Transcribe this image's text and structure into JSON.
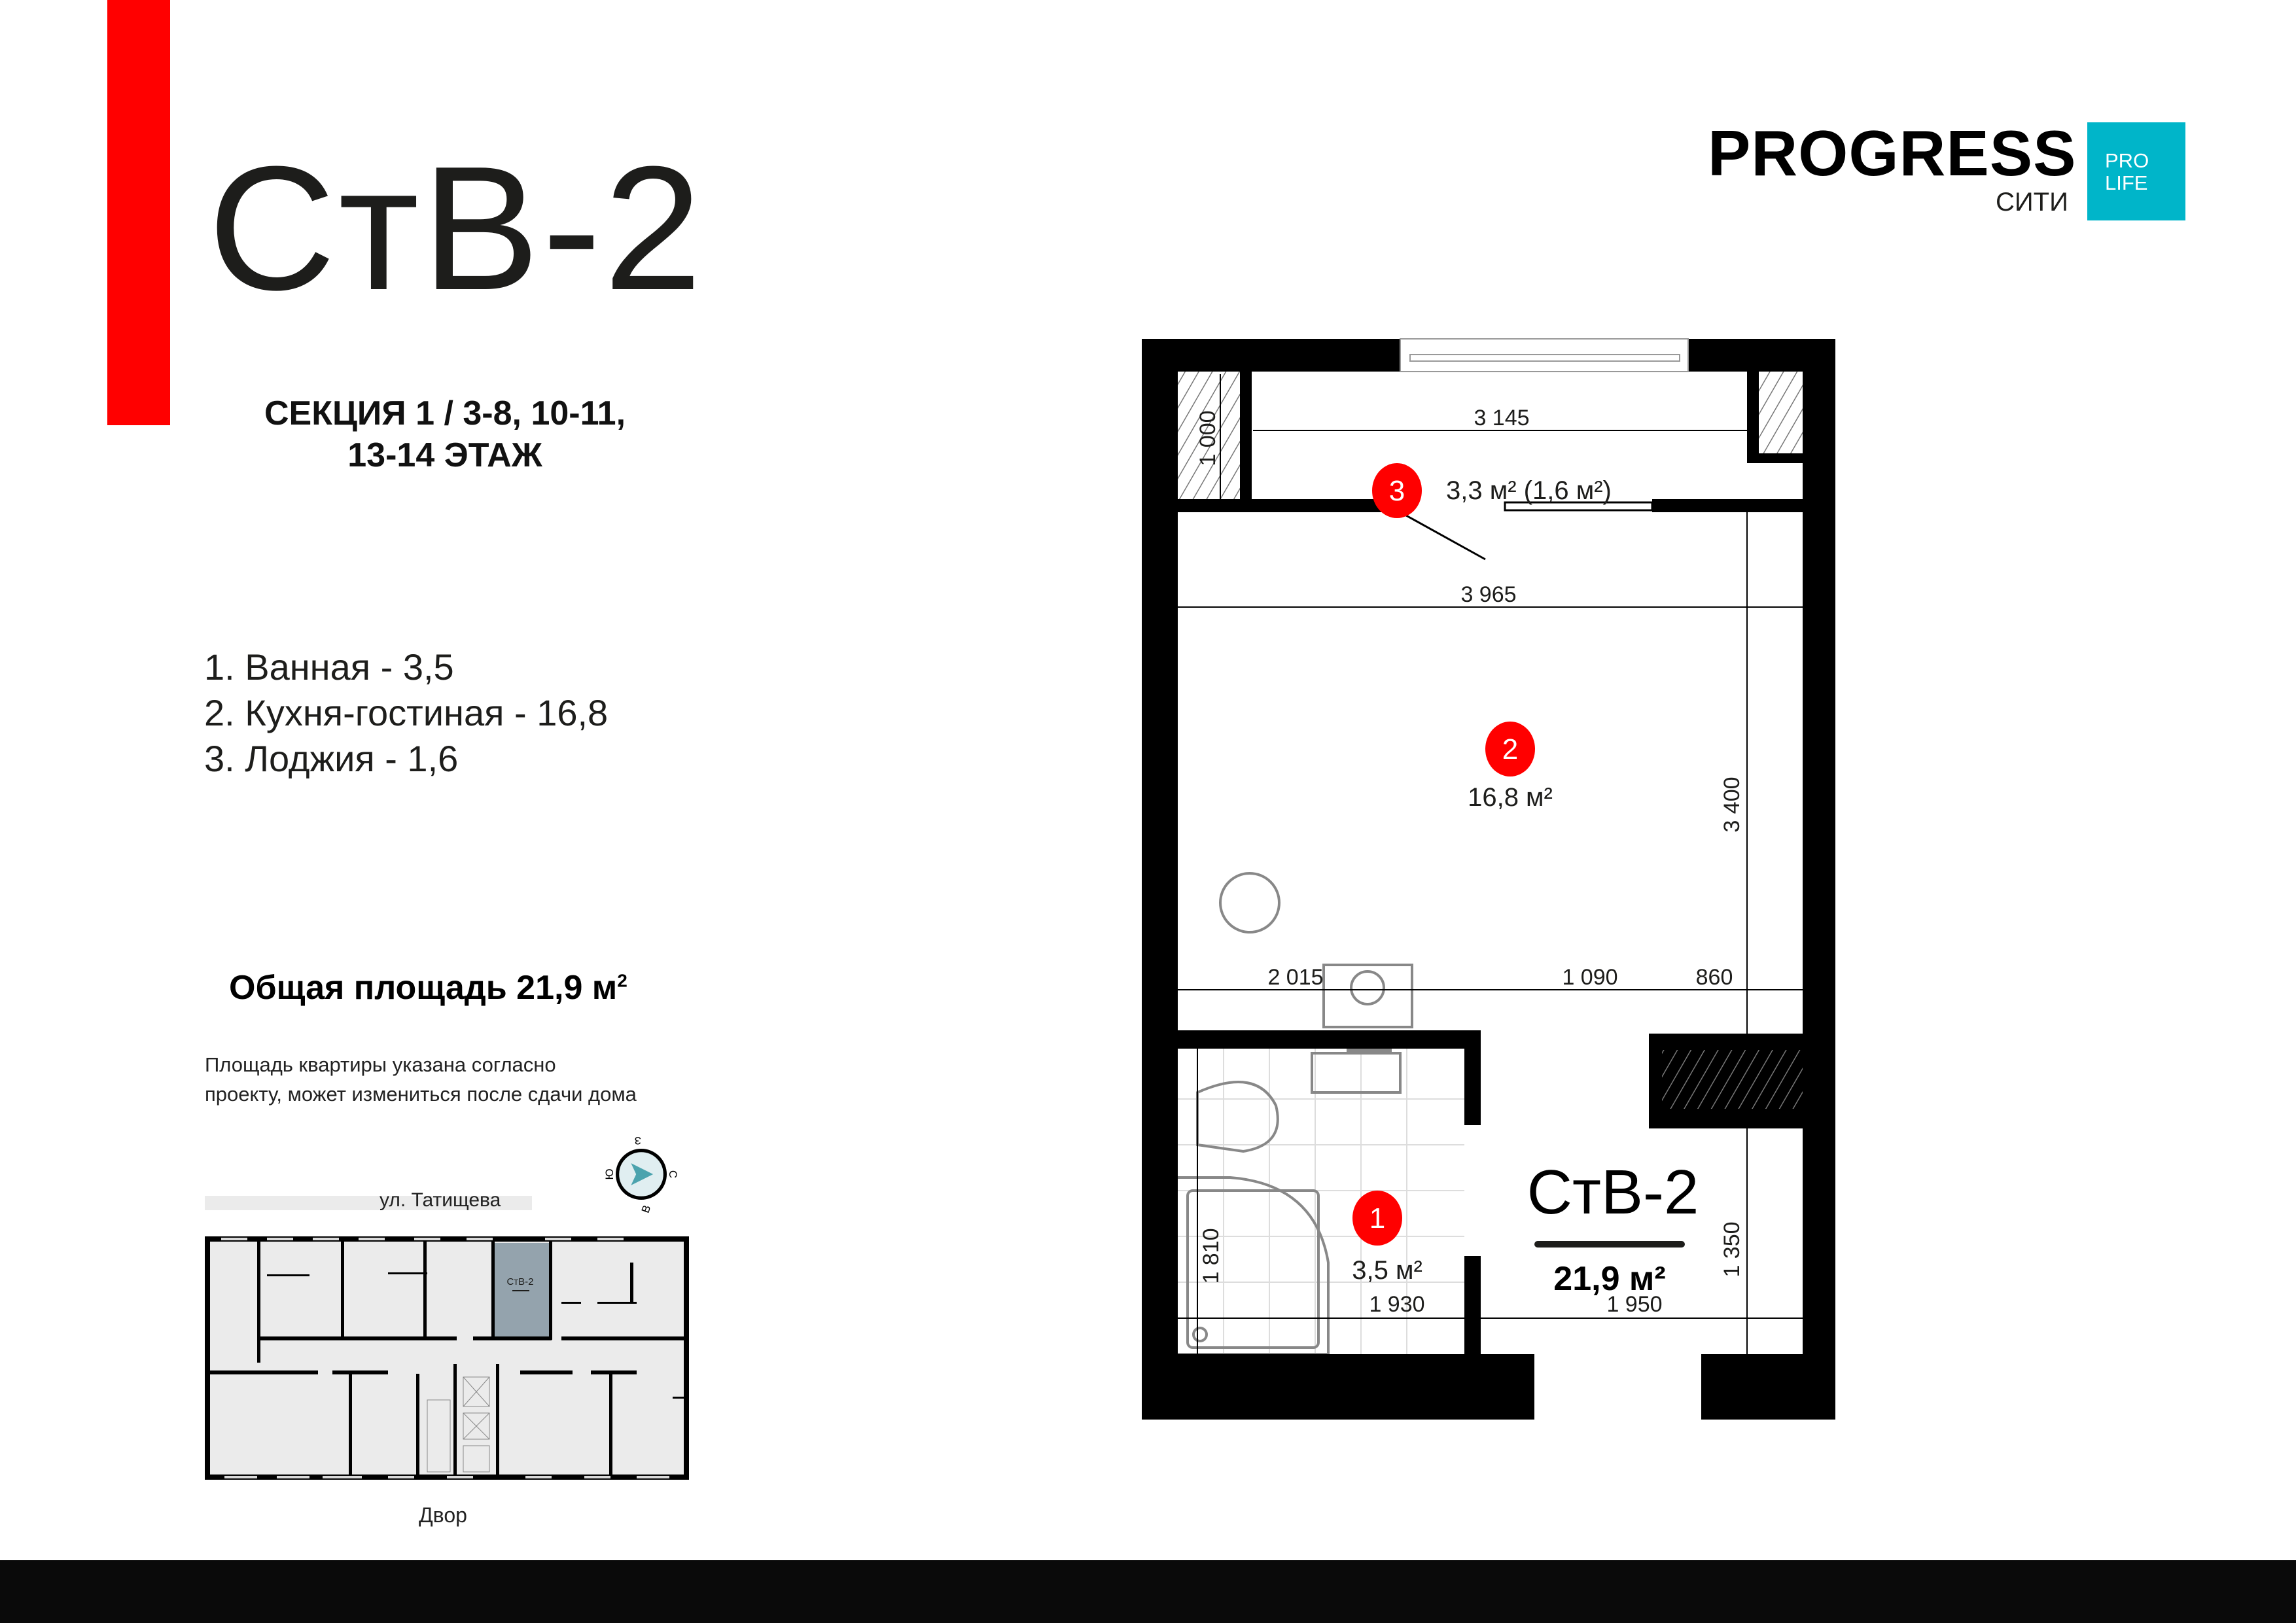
{
  "header": {
    "unit_code": "СтВ-2",
    "section_line1": "СЕКЦИЯ 1 / 3-8, 10-11,",
    "section_line2": "13-14 ЭТАЖ"
  },
  "brand": {
    "name": "PROGRESS",
    "subtitle": "СИТИ",
    "badge_line1": "PRO",
    "badge_line2": "LIFE",
    "badge_color": "#00b5c9",
    "accent_color": "#ff0000"
  },
  "rooms_legend": [
    {
      "number": "1",
      "label": "1. Ванная - 3,5"
    },
    {
      "number": "2",
      "label": "2. Кухня-гостиная - 16,8"
    },
    {
      "number": "3",
      "label": "3. Лоджия - 1,6"
    }
  ],
  "total_area": {
    "label": "Общая площадь 21,9 м",
    "sup": "2"
  },
  "disclaimer": {
    "line1": "Площадь квартиры указана согласно",
    "line2": "проекту, может измениться после сдачи дома"
  },
  "site_plan": {
    "street": "ул. Татищева",
    "yard": "Двор",
    "highlight_label": "СтВ-2",
    "highlight_color": "#94a3ad",
    "compass": {
      "n": "С",
      "s": "Ю",
      "e": "В",
      "w": "З",
      "arrow_color": "#4ba3ae"
    }
  },
  "floor_plan": {
    "rooms": [
      {
        "number": "1",
        "area": "3,5 м²"
      },
      {
        "number": "2",
        "area": "16,8 м²"
      },
      {
        "number": "3",
        "area": "3,3 м² (1,6 м²)"
      }
    ],
    "unit_code": "СтВ-2",
    "unit_area": "21,9 м²",
    "dimensions": {
      "loggia_width": "3 145",
      "loggia_depth": "1 000",
      "room_width": "3 965",
      "room_depth": "3 400",
      "seg_2015": "2 015",
      "seg_1090": "1 090",
      "seg_860": "860",
      "bath_width": "1 930",
      "hall_width": "1 950",
      "bath_depth": "1 810",
      "hall_depth": "1 350"
    }
  }
}
